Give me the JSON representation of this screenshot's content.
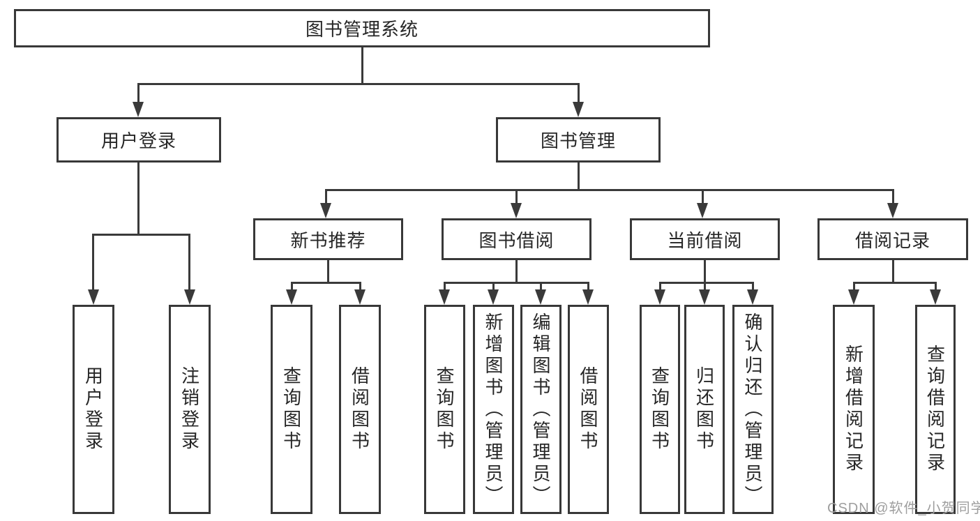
{
  "diagram": {
    "root": "图书管理系统",
    "level1": [
      "用户登录",
      "图书管理"
    ],
    "level2": [
      "新书推荐",
      "图书借阅",
      "当前借阅",
      "借阅记录"
    ],
    "leaves_user_login": [
      "用户登录",
      "注销登录"
    ],
    "leaves_new_books": [
      "查询图书",
      "借阅图书"
    ],
    "leaves_book_borrow": [
      "查询图书",
      "新增图书（管理员）",
      "编辑图书（管理员）",
      "借阅图书"
    ],
    "leaves_current_borrow": [
      "查询图书",
      "归还图书",
      "确认归还（管理员）"
    ],
    "leaves_borrow_records": [
      "新增借阅记录",
      "查询借阅记录"
    ]
  },
  "watermark": "CSDN @软件_小贺同学",
  "colors": {
    "line": "#3a3a3a",
    "box_border": "#383838",
    "text": "#262626",
    "watermark": "#9e9e9e",
    "background": "#ffffff"
  }
}
